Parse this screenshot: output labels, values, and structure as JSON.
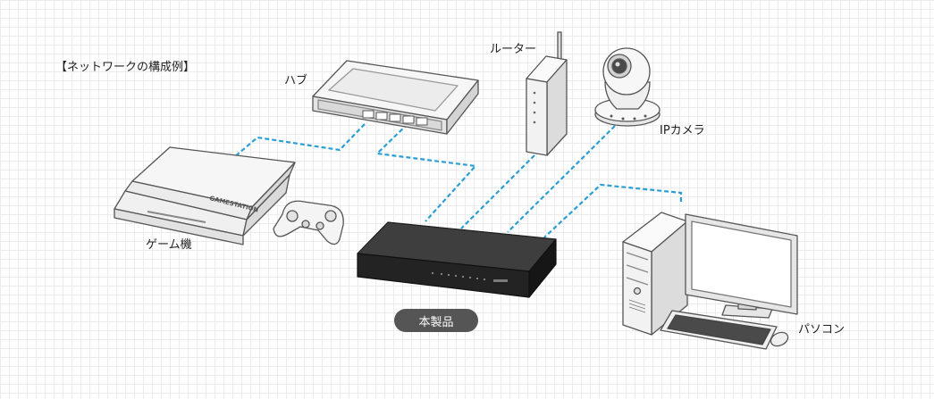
{
  "title": "【ネットワークの構成例】",
  "devices": {
    "hub": "ハブ",
    "router": "ルーター",
    "ip_camera": "IPカメラ",
    "game_console": "ゲーム機",
    "game_console_brand": "GAMESTATION",
    "product": "本製品",
    "pc": "パソコン"
  },
  "colors": {
    "cable": "#2a9fd6",
    "device_stroke": "#555555",
    "device_fill": "#f4f4f4",
    "switch_body": "#262626"
  }
}
